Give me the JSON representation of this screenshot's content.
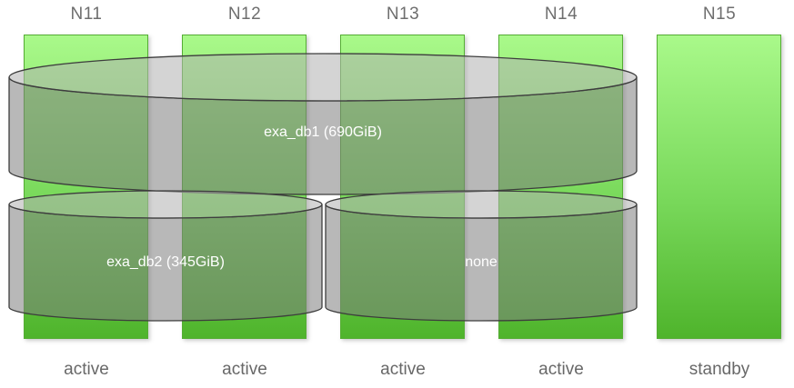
{
  "nodes": [
    {
      "name": "N11",
      "status": "active"
    },
    {
      "name": "N12",
      "status": "active"
    },
    {
      "name": "N13",
      "status": "active"
    },
    {
      "name": "N14",
      "status": "active"
    },
    {
      "name": "N15",
      "status": "standby"
    }
  ],
  "databases": [
    {
      "label": "exa_db1 (690GiB)"
    },
    {
      "label": "exa_db2 (345GiB)"
    },
    {
      "label": "none"
    }
  ],
  "colors": {
    "bar_gradient_top": "#a9f98a",
    "bar_gradient_bottom": "#4fb42c",
    "bar_border": "#55ad34",
    "cylinder_body_fill": "rgba(125,125,125,0.55)",
    "cylinder_lid_fill": "rgba(176,176,176,0.55)",
    "cylinder_outline": "#3d3d3d",
    "node_label_gray": "#6e6e6e",
    "db_label_text": "#ffffff"
  }
}
